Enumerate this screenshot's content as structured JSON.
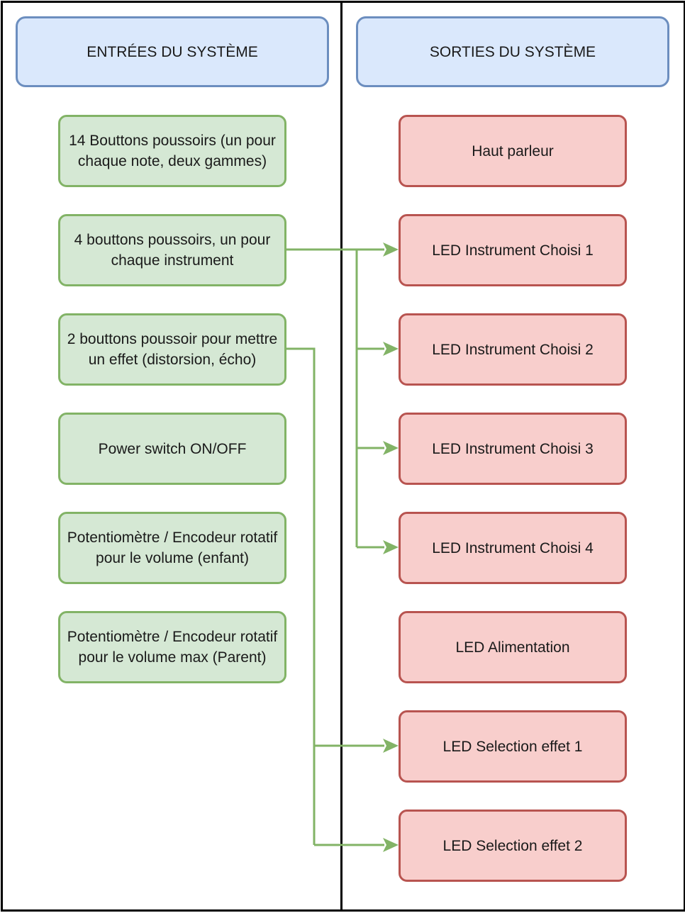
{
  "headers": {
    "inputs": "ENTRÉES DU SYSTÈME",
    "outputs": "SORTIES DU SYSTÈME"
  },
  "inputs": [
    "14 Bouttons poussoirs (un pour chaque note, deux gammes)",
    "4 bouttons poussoirs, un pour chaque instrument",
    "2 bouttons poussoir pour mettre un effet (distorsion, écho)",
    "Power switch ON/OFF",
    "Potentiomètre / Encodeur rotatif pour le volume (enfant)",
    "Potentiomètre / Encodeur rotatif pour le volume max (Parent)"
  ],
  "outputs": [
    "Haut parleur",
    "LED Instrument Choisi 1",
    "LED Instrument Choisi 2",
    "LED Instrument Choisi 3",
    "LED Instrument Choisi 4",
    "LED Alimentation",
    "LED Selection effet 1",
    "LED Selection effet 2"
  ],
  "colors": {
    "header_fill": "#dae8fc",
    "header_stroke": "#6c8ebf",
    "input_fill": "#d5e8d4",
    "input_stroke": "#82b366",
    "output_fill": "#f8cecc",
    "output_stroke": "#b85450",
    "connector": "#82b366"
  }
}
